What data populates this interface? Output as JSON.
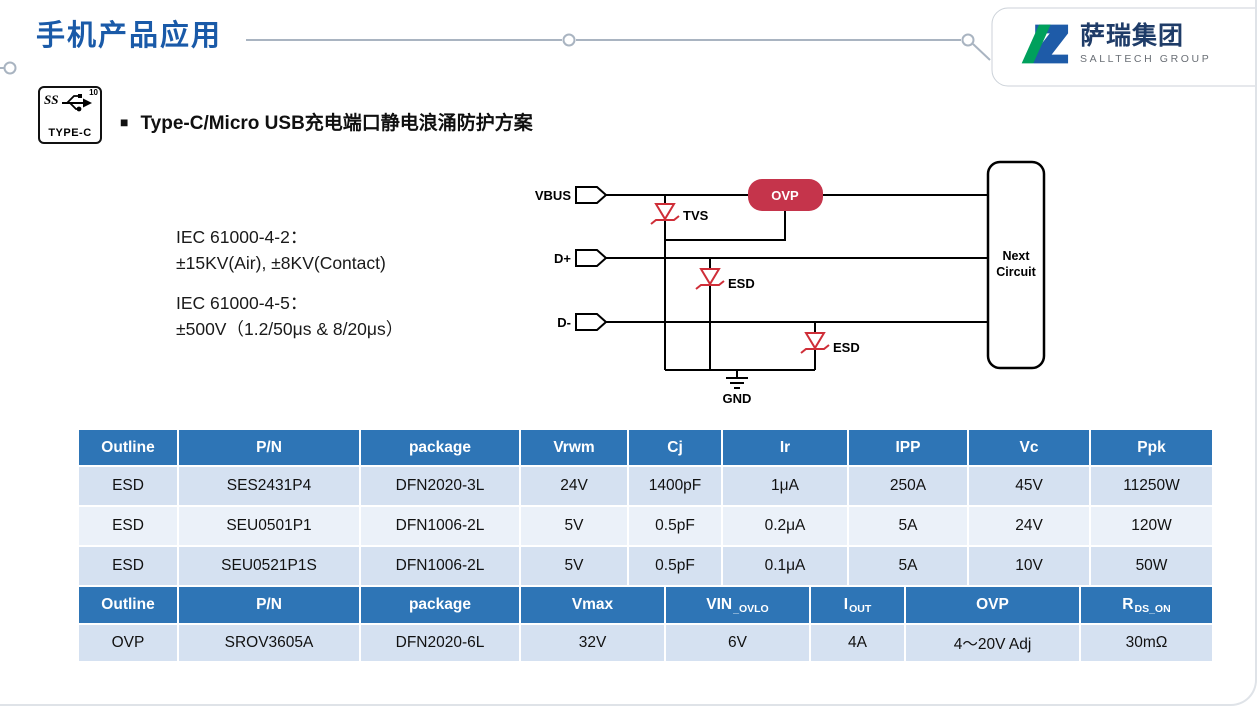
{
  "colors": {
    "title_blue": "#1a5aa8",
    "thead": "#2e75b6",
    "row_dark": "#d5e1f1",
    "row_light": "#ebf1f9",
    "red": "#c5344b",
    "diode_red": "#cf2e38",
    "line_gray": "#a9b4c1",
    "logo_green": "#00a05c",
    "logo_blue": "#1e5ba8"
  },
  "header": {
    "title": "手机产品应用",
    "logo_cn": "萨瑞集团",
    "logo_en": "SALLTECH GROUP"
  },
  "typec_badge": {
    "ss": "SS",
    "ten": "10",
    "label": "TYPE-C"
  },
  "section": {
    "bullet": "■",
    "title": "Type-C/Micro USB充电端口静电浪涌防护方案"
  },
  "iec": {
    "l1": "IEC 61000-4-2：",
    "l2": "±15KV(Air), ±8KV(Contact)",
    "l3": "IEC 61000-4-5：",
    "l4": "±500V（1.2/50μs & 8/20μs）"
  },
  "circuit": {
    "vbus": "VBUS",
    "dp": "D+",
    "dm": "D-",
    "tvs": "TVS",
    "ovp": "OVP",
    "esd_a": "ESD",
    "esd_b": "ESD",
    "gnd": "GND",
    "next_line1": "Next",
    "next_line2": "Circuit"
  },
  "table1": {
    "headers": [
      "Outline",
      "P/N",
      "package",
      "Vrwm",
      "Cj",
      "Ir",
      "IPP",
      "Vc",
      "Ppk"
    ],
    "rows": [
      [
        "ESD",
        "SES2431P4",
        "DFN2020-3L",
        "24V",
        "1400pF",
        "1μA",
        "250A",
        "45V",
        "11250W"
      ],
      [
        "ESD",
        "SEU0501P1",
        "DFN1006-2L",
        "5V",
        "0.5pF",
        "0.2μA",
        "5A",
        "24V",
        "120W"
      ],
      [
        "ESD",
        "SEU0521P1S",
        "DFN1006-2L",
        "5V",
        "0.5pF",
        "0.1μA",
        "5A",
        "10V",
        "50W"
      ]
    ]
  },
  "table2": {
    "headers": [
      "Outline",
      "P/N",
      "package",
      "Vmax",
      {
        "text": "VIN",
        "sub": "_OVLO"
      },
      {
        "text": "I",
        "sub": "OUT"
      },
      "OVP",
      {
        "text": "R",
        "sub": "DS_ON"
      }
    ],
    "rows": [
      [
        "OVP",
        "SROV3605A",
        "DFN2020-6L",
        "32V",
        "6V",
        "4A",
        "4～20V Adj",
        "30mΩ"
      ]
    ]
  }
}
